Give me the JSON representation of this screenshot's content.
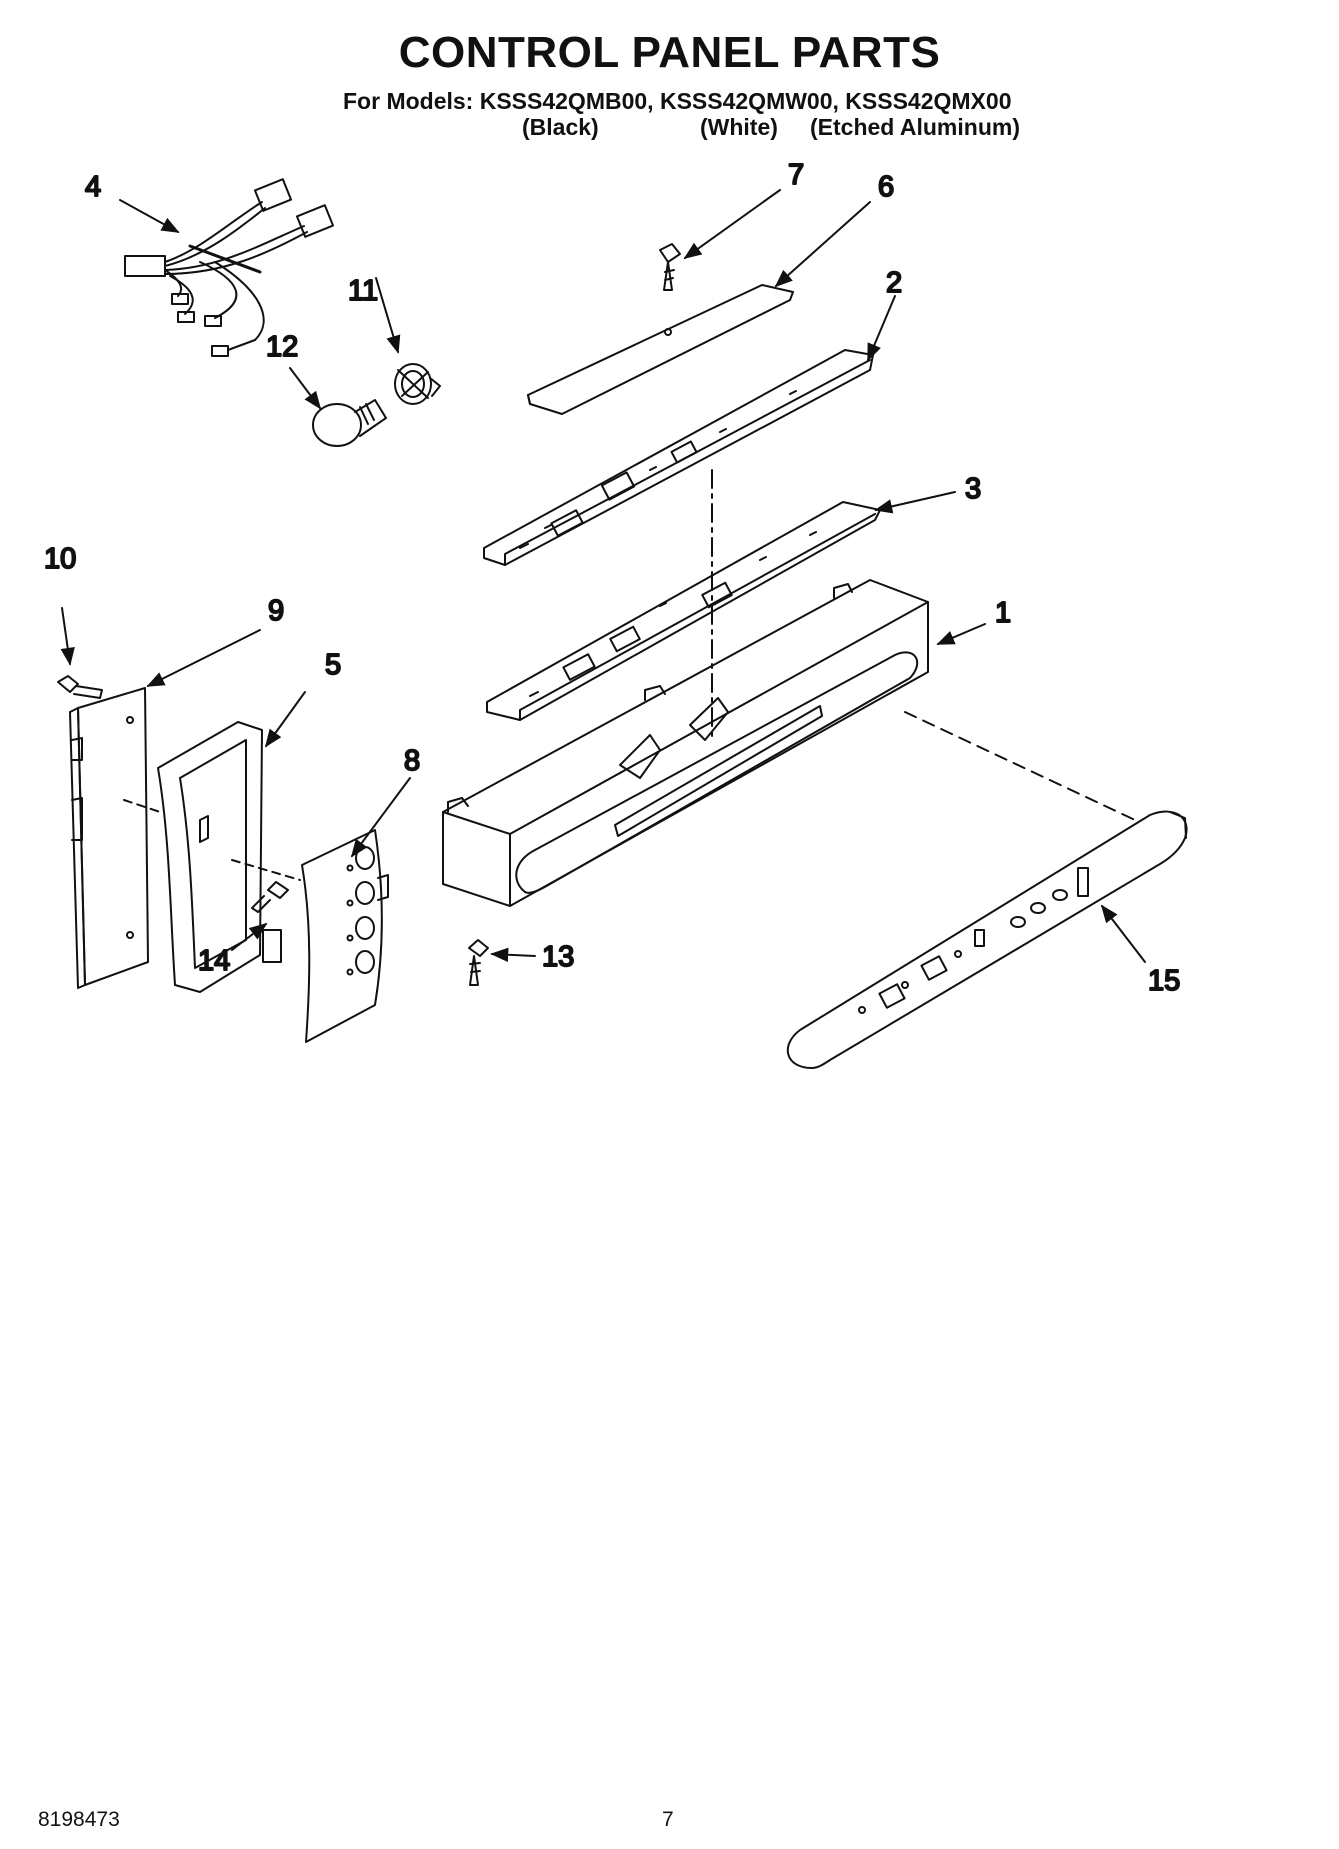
{
  "header": {
    "title": "CONTROL PANEL PARTS",
    "models_line": "For Models: KSSS42QMB00, KSSS42QMW00, KSSS42QMX00",
    "variants": [
      "(Black)",
      "(White)",
      "(Etched Aluminum)"
    ]
  },
  "callouts": [
    {
      "id": "1",
      "label": "1"
    },
    {
      "id": "2",
      "label": "2"
    },
    {
      "id": "3",
      "label": "3"
    },
    {
      "id": "4",
      "label": "4"
    },
    {
      "id": "5",
      "label": "5"
    },
    {
      "id": "6",
      "label": "6"
    },
    {
      "id": "7",
      "label": "7"
    },
    {
      "id": "8",
      "label": "8"
    },
    {
      "id": "9",
      "label": "9"
    },
    {
      "id": "10",
      "label": "10"
    },
    {
      "id": "11",
      "label": "11"
    },
    {
      "id": "12",
      "label": "12"
    },
    {
      "id": "13",
      "label": "13"
    },
    {
      "id": "14",
      "label": "14"
    },
    {
      "id": "15",
      "label": "15"
    }
  ],
  "footer": {
    "doc_number": "8198473",
    "page_number": "7"
  }
}
